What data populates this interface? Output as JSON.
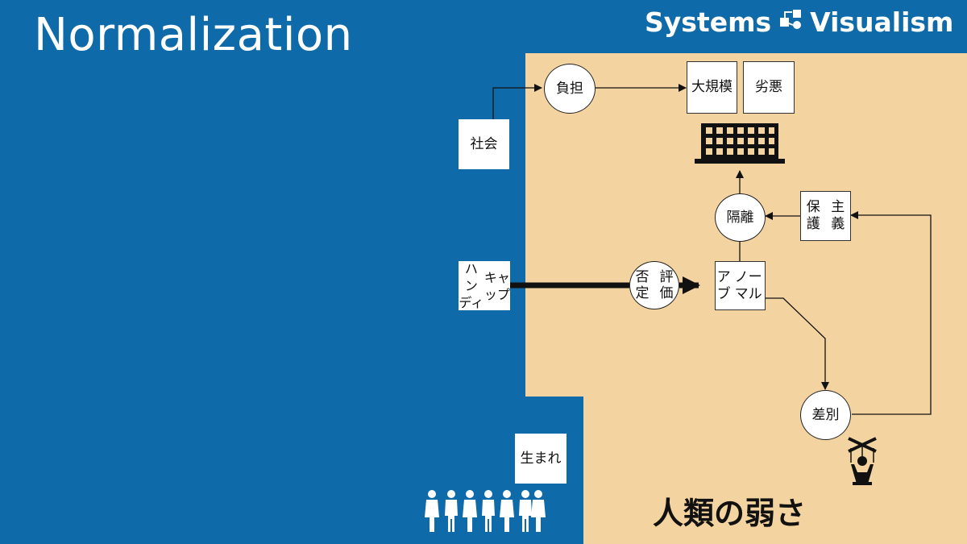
{
  "slide": {
    "title": "Normalization",
    "brand": "Systems Visualism",
    "brand_parts": [
      "Systems",
      "Visualism"
    ]
  },
  "colors": {
    "background": "#0e6aa8",
    "panel": "#f3d3a0",
    "box": "#ffffff",
    "line": "#111111"
  },
  "nodes": {
    "shakai": "社会",
    "futan": "負担",
    "daikibo": [
      "大",
      "規模"
    ],
    "retsuaku": "劣悪",
    "kakuri": "隔離",
    "hogo": [
      "保護",
      "主義"
    ],
    "handicap": [
      "ハンディ",
      "キャップ"
    ],
    "hitei": [
      "否定",
      "評価"
    ],
    "abnormal": [
      "アブ",
      "ノーマル"
    ],
    "sabetsu": "差別",
    "umare": "生まれ"
  },
  "footer_label": "人類の弱さ",
  "icons": [
    "institution-building-icon",
    "puppet-marionette-icon",
    "people-group-icon",
    "systems-visualism-logo-icon"
  ]
}
